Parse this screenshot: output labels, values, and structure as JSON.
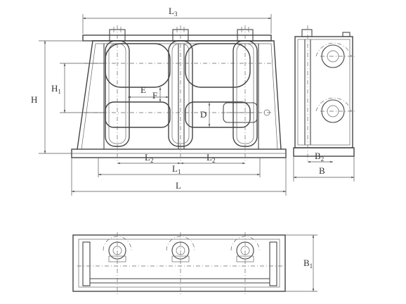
{
  "labels": {
    "L3": {
      "main": "L",
      "sub": "3"
    },
    "H": {
      "main": "H",
      "sub": ""
    },
    "H1": {
      "main": "H",
      "sub": "1"
    },
    "E": {
      "main": "E",
      "sub": ""
    },
    "F": {
      "main": "F",
      "sub": ""
    },
    "D": {
      "main": "D",
      "sub": ""
    },
    "L2a": {
      "main": "L",
      "sub": "2"
    },
    "L2b": {
      "main": "L",
      "sub": "2"
    },
    "L1": {
      "main": "L",
      "sub": "1"
    },
    "L": {
      "main": "L",
      "sub": ""
    },
    "B2": {
      "main": "B",
      "sub": "2"
    },
    "B": {
      "main": "B",
      "sub": ""
    },
    "B1": {
      "main": "B",
      "sub": "1"
    }
  }
}
